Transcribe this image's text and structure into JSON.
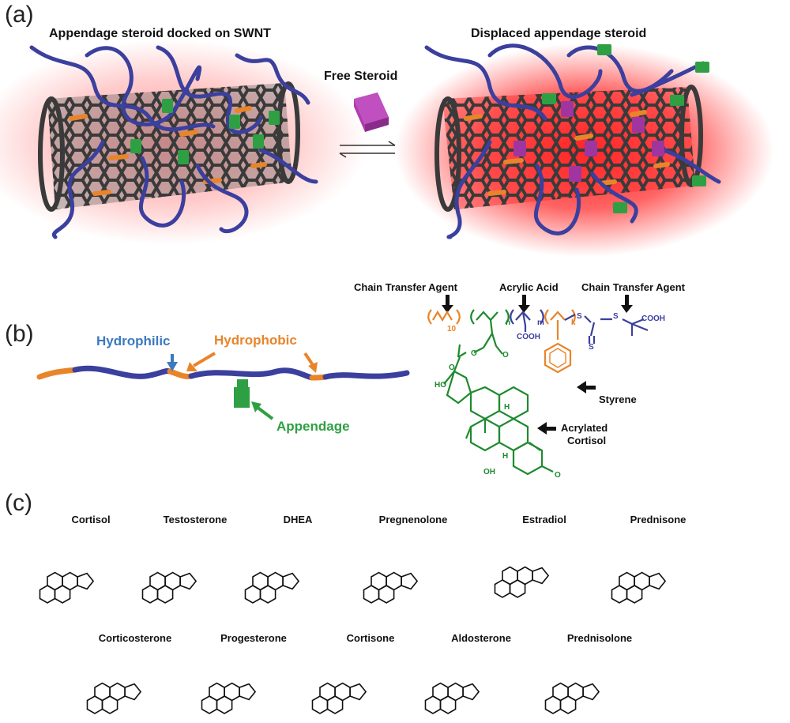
{
  "panel_a": {
    "label": "(a)",
    "left_title": "Appendage steroid docked on SWNT",
    "right_title": "Displaced appendage steroid",
    "free_steroid": "Free Steroid"
  },
  "panel_b": {
    "label": "(b)",
    "hydrophilic": "Hydrophilic",
    "hydrophobic": "Hydrophobic",
    "appendage": "Appendage",
    "cta_left": "Chain Transfer Agent",
    "acrylic_acid": "Acrylic Acid",
    "cta_right": "Chain Transfer Agent",
    "styrene": "Styrene",
    "acrylated_cortisol_1": "Acrylated",
    "acrylated_cortisol_2": "Cortisol",
    "sub_10": "10",
    "sub_n": "n",
    "sub_m": "m",
    "sub_k": "k",
    "cooh_1": "COOH",
    "cooh_2": "COOH",
    "s1": "S",
    "s2": "S",
    "s3": "S",
    "o1": "O",
    "o2": "O",
    "o3": "O",
    "o4": "O",
    "ho": "HO",
    "oh": "OH",
    "h1": "H",
    "h2": "H"
  },
  "panel_c": {
    "label": "(c)",
    "molecules_row1": [
      "Cortisol",
      "Testosterone",
      "DHEA",
      "Pregnenolone",
      "Estradiol",
      "Prednisone"
    ],
    "molecules_row2": [
      "Corticosterone",
      "Progesterone",
      "Cortisone",
      "Aldosterone",
      "Prednisolone"
    ]
  },
  "colors": {
    "nanotube": "#3a3a3a",
    "polymer_blue": "#3b3f9e",
    "hydrophobic_orange": "#e8852a",
    "appendage_green": "#2ea043",
    "free_steroid_purple": "#a0359f",
    "glow_red": "#ff2020",
    "hydrophilic_label": "#3c7ac0",
    "cortisol_green": "#1e8a2e"
  }
}
